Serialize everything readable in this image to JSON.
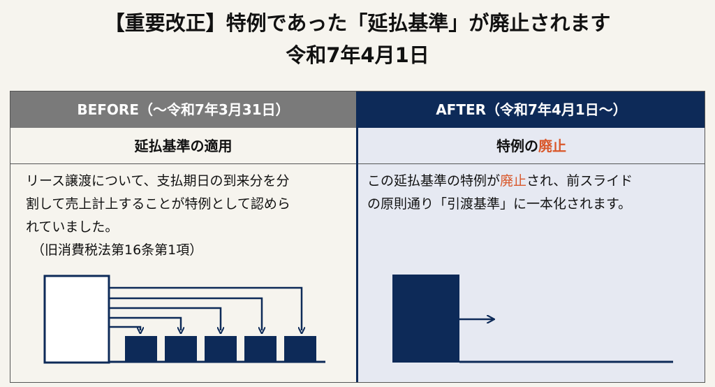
{
  "title": {
    "line1": "【重要改正】特例であった「延払基準」が廃止されます",
    "line2": "令和7年4月1日"
  },
  "before": {
    "header": "BEFORE（〜令和7年3月31日）",
    "subheader": "延払基準の適用",
    "text_line1": "リース譲渡について、支払期日の到来分を分",
    "text_line2": "割して売上計上することが特例として認めら",
    "text_line3": "れていました。",
    "text_line4": "（旧消費税法第16条第1項）"
  },
  "after": {
    "header": "AFTER（令和7年4月1日〜）",
    "subheader_pre": "特例の",
    "subheader_accent": "廃止",
    "text_line1_pre": "この延払基準の特例が",
    "text_line1_accent": "廃止",
    "text_line1_post": "され、前スライド",
    "text_line2": "の原則通り「引渡基準」に一本化されます。"
  },
  "colors": {
    "navy": "#0d2a58",
    "gray_header": "#7a7a7a",
    "accent": "#d9582b",
    "after_bg": "#e6e9f2"
  }
}
